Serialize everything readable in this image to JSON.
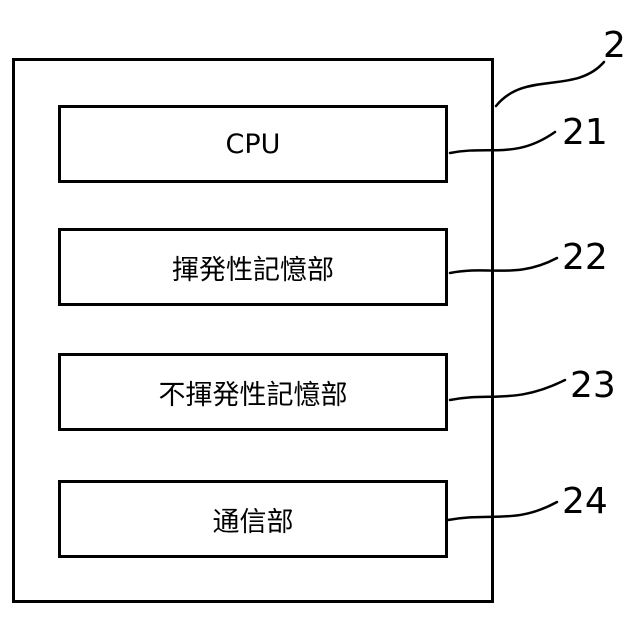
{
  "diagram": {
    "outer_ref": "2",
    "blocks": [
      {
        "label": "CPU",
        "ref": "21"
      },
      {
        "label": "揮発性記憶部",
        "ref": "22"
      },
      {
        "label": "不揮発性記憶部",
        "ref": "23"
      },
      {
        "label": "通信部",
        "ref": "24"
      }
    ]
  }
}
